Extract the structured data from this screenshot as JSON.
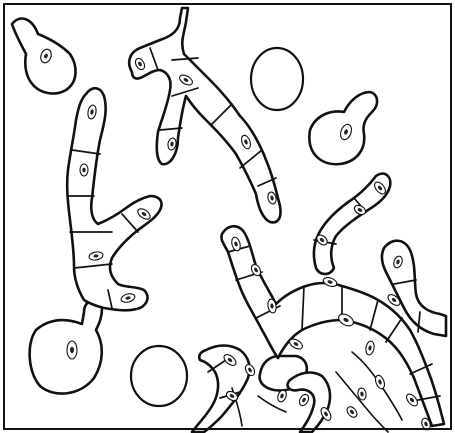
{
  "image": {
    "style": "black line drawing on white",
    "colors": {
      "background": "#ffffff",
      "ink": "#111111"
    }
  },
  "figure": {
    "frame": true,
    "spore_count": 2,
    "budding_cell_count": 4,
    "septate_hyphae_count": 5,
    "nucleus_count": 36
  }
}
